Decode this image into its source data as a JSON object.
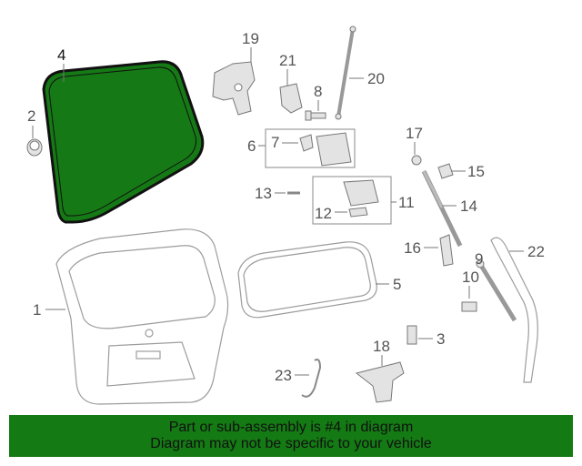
{
  "diagram": {
    "highlight_color": "#157915",
    "callouts": {
      "c1": "1",
      "c2": "2",
      "c3": "3",
      "c4": "4",
      "c5": "5",
      "c6": "6",
      "c7": "7",
      "c8": "8",
      "c9": "9",
      "c10": "10",
      "c11": "11",
      "c12": "12",
      "c13": "13",
      "c14": "14",
      "c15": "15",
      "c16": "16",
      "c17": "17",
      "c18": "18",
      "c19": "19",
      "c20": "20",
      "c21": "21",
      "c22": "22",
      "c23": "23"
    }
  },
  "banner": {
    "line1": "Part or sub-assembly is #4 in diagram",
    "line2": "Diagram may not be specific to your vehicle",
    "background": "#147a14"
  }
}
